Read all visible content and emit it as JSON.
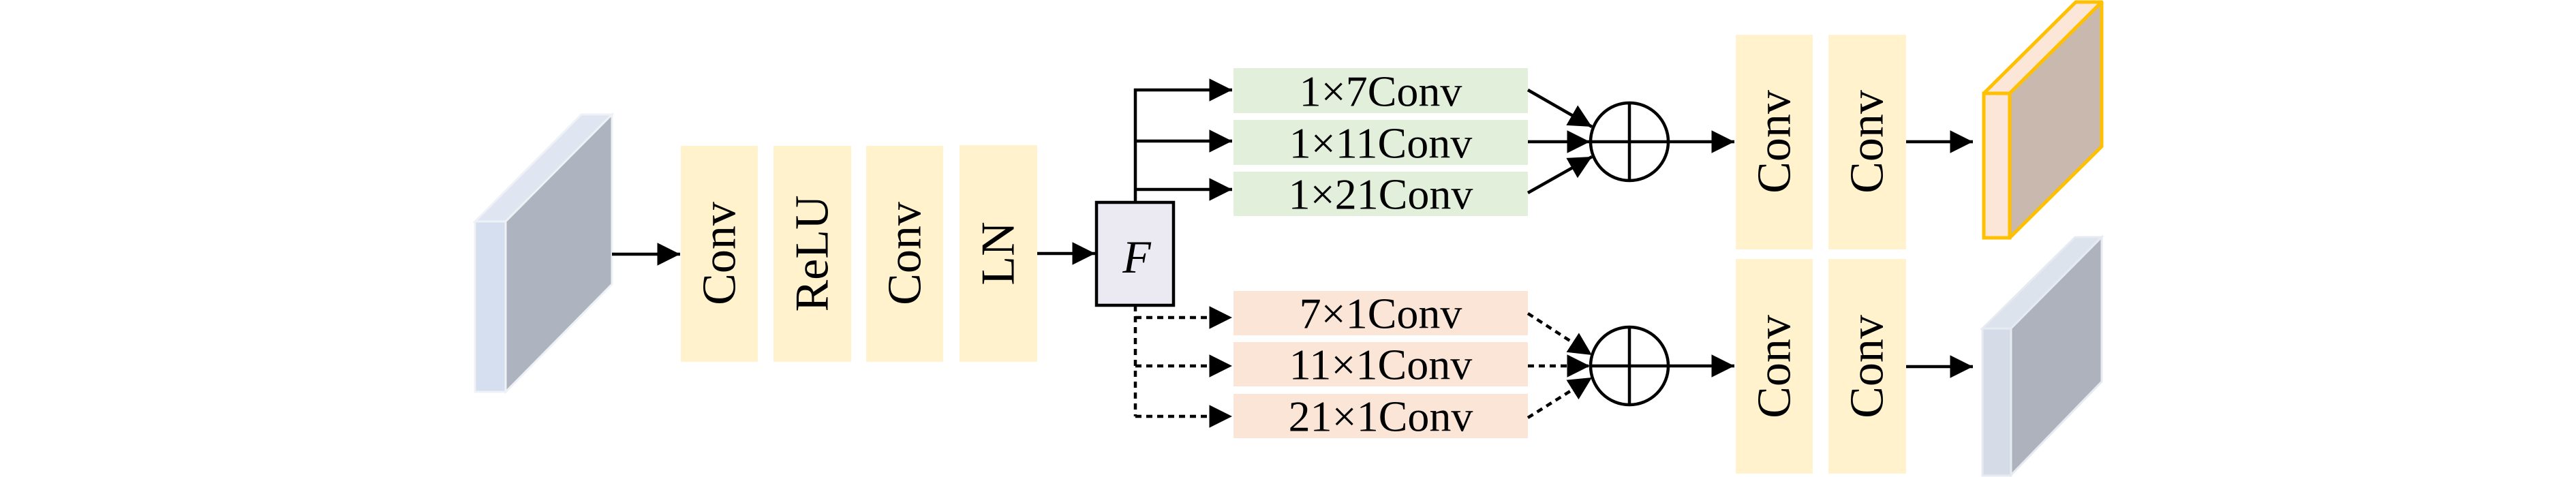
{
  "colors": {
    "block_yellow": "#fff2cc",
    "block_green": "#e2efda",
    "block_orange": "#fbe5d6",
    "fusion_box": "#ebe9f1",
    "input_cube_front": "#d6dfef",
    "input_cube_top": "#dfe6f2",
    "input_cube_side": "#adb3bf",
    "output_top_front": "#fce6d8",
    "output_top_side": "#c8b8ad",
    "output_top_stroke": "#ffc000",
    "output_bottom_front": "#d5dce8",
    "output_bottom_side": "#adb2bc",
    "arrow": "#000000"
  },
  "input_feature": {
    "icon": "feature-map-cube"
  },
  "stem_blocks": [
    {
      "label": "Conv"
    },
    {
      "label": "ReLU"
    },
    {
      "label": "Conv"
    },
    {
      "label": "LN"
    }
  ],
  "fusion": {
    "label": "F"
  },
  "horizontal_branch": {
    "blocks": [
      {
        "label": "1×7Conv"
      },
      {
        "label": "1×11Conv"
      },
      {
        "label": "1×21Conv"
      }
    ],
    "merge_icon": "circled-plus",
    "post_blocks": [
      {
        "label": "Conv"
      },
      {
        "label": "Conv"
      }
    ],
    "output_icon": "feature-map-cube-highlighted"
  },
  "vertical_branch": {
    "blocks": [
      {
        "label": "7×1Conv"
      },
      {
        "label": "11×1Conv"
      },
      {
        "label": "21×1Conv"
      }
    ],
    "merge_icon": "circled-plus",
    "post_blocks": [
      {
        "label": "Conv"
      },
      {
        "label": "Conv"
      }
    ],
    "output_icon": "feature-map-cube"
  }
}
